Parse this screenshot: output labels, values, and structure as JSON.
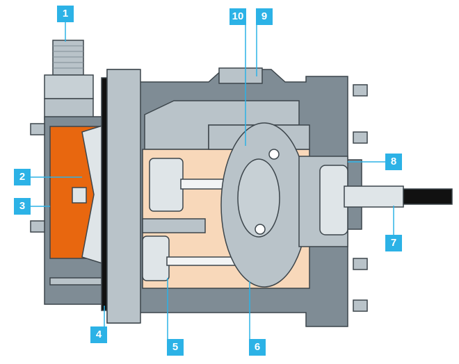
{
  "diagram": {
    "labels": [
      "1",
      "2",
      "3",
      "4",
      "5",
      "6",
      "7",
      "8",
      "9",
      "10"
    ]
  },
  "colors": {
    "label": "#2cb2e6",
    "housing": "#7f8c95",
    "housing_light": "#b9c3c9",
    "orange": "#e8670f",
    "peach": "#f8d8ba",
    "outline": "#3c454b"
  }
}
